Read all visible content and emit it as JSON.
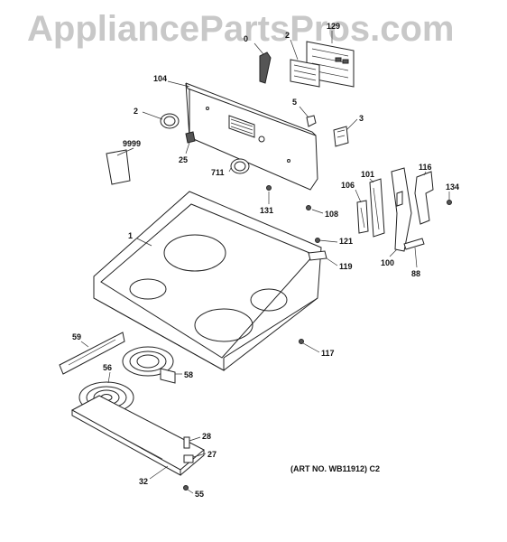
{
  "watermark": "AppliancePartsPros.com",
  "art_number": "(ART NO. WB11912) C2",
  "callouts": {
    "c0": "0",
    "c129": "129",
    "c2a": "2",
    "c104": "104",
    "c5": "5",
    "c3": "3",
    "c2": "2",
    "c9999": "9999",
    "c25": "25",
    "c711": "711",
    "c131": "131",
    "c108": "108",
    "c106": "106",
    "c101": "101",
    "c116": "116",
    "c134": "134",
    "c1": "1",
    "c121": "121",
    "c119": "119",
    "c100": "100",
    "c88": "88",
    "c59": "59",
    "c117": "117",
    "c56": "56",
    "c58": "58",
    "c28": "28",
    "c27": "27",
    "c32": "32",
    "c55": "55"
  }
}
